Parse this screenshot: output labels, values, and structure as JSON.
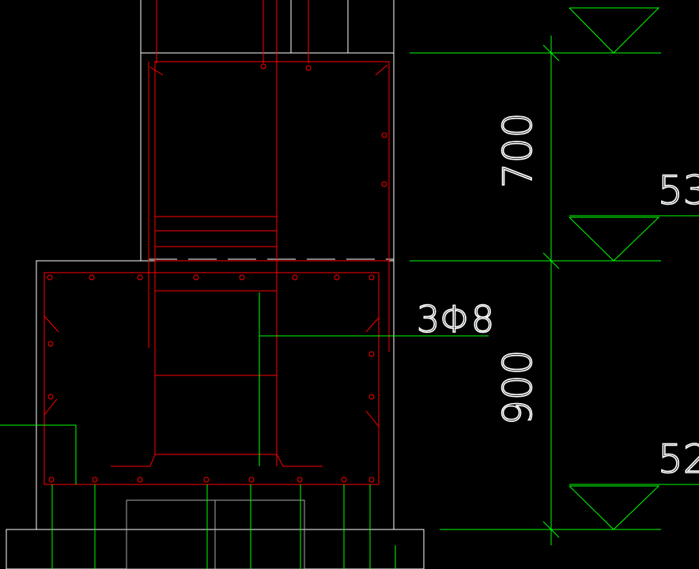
{
  "colors": {
    "background": "#000000",
    "outline": "#ffffff",
    "rebar": "#ff0000",
    "dimension": "#00ff00",
    "hidden": "#aaaaaa"
  },
  "dimensions": {
    "upper_height": "700",
    "lower_height": "900"
  },
  "levels": {
    "upper_mark": "53",
    "lower_mark": "52"
  },
  "callouts": {
    "stirrup_leader": "3Φ8"
  }
}
